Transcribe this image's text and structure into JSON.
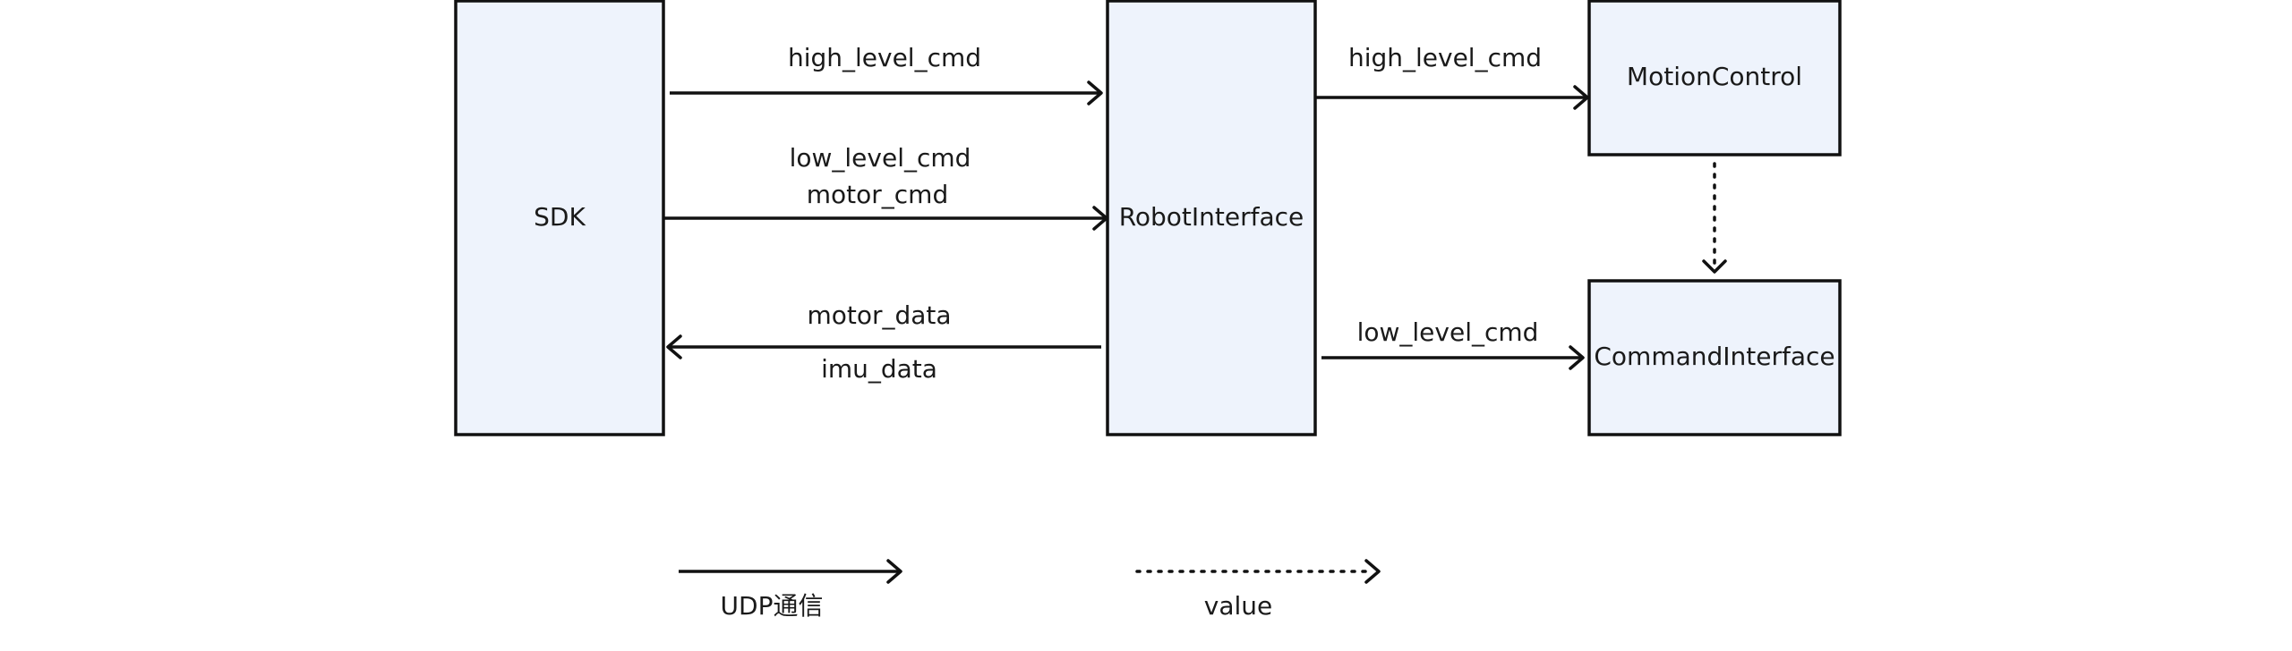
{
  "nodes": {
    "sdk": "SDK",
    "robot_interface": "RobotInterface",
    "motion_control": "MotionControl",
    "command_interface": "CommandInterface"
  },
  "edges": {
    "sdk_to_robot_high": "high_level_cmd",
    "sdk_to_robot_low_1": "low_level_cmd",
    "sdk_to_robot_low_2": "motor_cmd",
    "robot_to_sdk_1": "motor_data",
    "robot_to_sdk_2": "imu_data",
    "robot_to_motion": "high_level_cmd",
    "robot_to_command": "low_level_cmd"
  },
  "legend": {
    "solid": "UDP通信",
    "dotted": "value"
  }
}
